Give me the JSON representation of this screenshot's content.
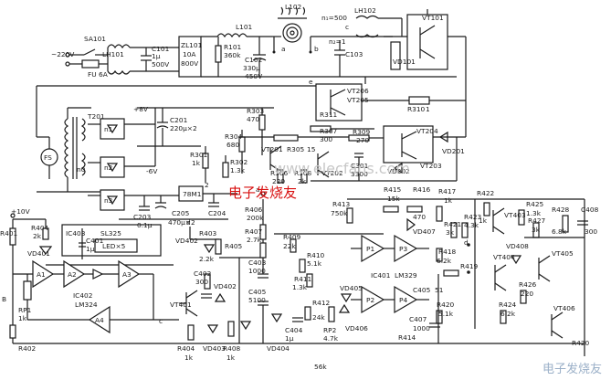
{
  "watermark": {
    "site": "www.elecfans.com",
    "cn": "电子发烧友",
    "logo": "电子发烧友"
  },
  "power": {
    "mains": "~220V",
    "switch": "SA101",
    "filter": "LH101",
    "fuse": "FU 6A",
    "c101": [
      "C101",
      "1μ",
      "500V"
    ],
    "bridge": [
      "ZL101",
      "10A",
      "800V"
    ],
    "r101": [
      "R101",
      "360k"
    ],
    "l101": "L101",
    "c102": [
      "C102",
      "330μ",
      "450V"
    ],
    "l102": "L102",
    "node_a": "a",
    "node_b": "b",
    "c103": "C103",
    "lh102": "LH102",
    "n1": "n₁=500",
    "n2": "n₂=1",
    "node_c": "c",
    "vt101": "VT101",
    "vd101": "VD101",
    "r310": [
      "R310",
      "1"
    ]
  },
  "supply": {
    "plus8": "+8V",
    "minus6": "-6V",
    "t201": "T201",
    "fs": "FS",
    "n0": "n0",
    "n1": "n1",
    "n2": "n2",
    "n3": "n3",
    "c201": [
      "C201",
      "220μ×2"
    ],
    "reg": "78M1",
    "c203": [
      "C203",
      "0.1μ"
    ],
    "c204": "C204",
    "c205": [
      "C205",
      "470μ×2"
    ],
    "node_2": "2"
  },
  "driver": {
    "r303": [
      "R303",
      "470"
    ],
    "r304": [
      "R304",
      "680"
    ],
    "r301": [
      "R301",
      "1k"
    ],
    "r302": [
      "R302",
      "1.3k"
    ],
    "vt201": "VT201",
    "r305": [
      "R305",
      "15"
    ],
    "r306": [
      "R306",
      "220"
    ],
    "r308": [
      "R308",
      "2k"
    ],
    "vt202": "VT202",
    "r307": [
      "R307",
      "300"
    ],
    "r309": [
      "R309",
      "270"
    ],
    "c301": [
      "C301",
      "3300"
    ],
    "vd202": "VD202",
    "vt203": "VT203",
    "vt204": "VT204",
    "vd201": "VD201",
    "r311": "R311",
    "vt205": "VT205",
    "vt206": "VT206",
    "node_e": "e"
  },
  "control": {
    "vcc": "+10V",
    "r401": "R401",
    "r404": [
      "R404",
      "2k"
    ],
    "vd401": "VD401",
    "ic403": "IC403",
    "sl325": "SL325",
    "c401": [
      "C401",
      "1μ"
    ],
    "led": "LED×5",
    "a1": "A1",
    "a2": "A2",
    "a3": "A3",
    "a4": "A4",
    "ic402": "IC402",
    "lm324": "LM324",
    "b": "B",
    "rp1": [
      "RP1",
      "1k"
    ],
    "r402": "R402",
    "node_c": "c",
    "node_d": "d",
    "vd402": "VD402",
    "r403": [
      "R403",
      "2.2k"
    ],
    "c402": [
      "C402",
      "300"
    ],
    "vt401": "VT401",
    "r404b": [
      "R404",
      "1k"
    ],
    "vd403": "VD403",
    "vd402b": "VD402",
    "r408": [
      "R408",
      "1k"
    ],
    "r405": "R405",
    "node_a": "a",
    "r406": [
      "R406",
      "200k"
    ],
    "r407": [
      "R407",
      "2.7k"
    ],
    "c403": [
      "C403",
      "1000"
    ],
    "c405": [
      "C405",
      "5100"
    ],
    "vd404": "VD404",
    "r409": [
      "R409",
      "22k"
    ],
    "r410": [
      "R410",
      "5.1k"
    ],
    "r411": [
      "R411",
      "1.3k"
    ],
    "r412": [
      "R412",
      "24k"
    ],
    "c404": [
      "C404",
      "1μ"
    ],
    "rp2": [
      "RP2",
      "4.7k"
    ],
    "vd405": "VD405",
    "vd406": "VD406",
    "ic401": "IC401",
    "lm329": "LM329",
    "p1": "P1",
    "p2": "P2",
    "p3": "P3",
    "p4": "P4",
    "r413": [
      "R413",
      "750k"
    ],
    "r415": [
      "R415",
      "15k"
    ],
    "r416": [
      "R416",
      "470"
    ],
    "vd407": "VD407",
    "r417": [
      "R417",
      "1k"
    ],
    "r418": [
      "R418",
      "6.2k"
    ],
    "r419": "R419",
    "r420": [
      "R420",
      "5.1k"
    ],
    "c405b": [
      "C405",
      "51"
    ],
    "c407": [
      "C407",
      "1000"
    ],
    "r414": [
      "R414",
      "56k"
    ],
    "r421": [
      "R421",
      "3k"
    ],
    "r423": [
      "R423",
      "4.3k"
    ],
    "r422": [
      "R422",
      "1k"
    ],
    "vt403": "VT403",
    "r425": [
      "R425",
      "1.3k"
    ],
    "r427": [
      "R427",
      "3k"
    ],
    "r428": [
      "R428",
      "6.8k"
    ],
    "c408": [
      "C408",
      "300"
    ],
    "vd408": "VD408",
    "vt404": "VT404",
    "vt405": "VT405",
    "r426": [
      "R426",
      "220"
    ],
    "r424": [
      "R424",
      "6.2k"
    ],
    "vt406": "VT406",
    "r420b": "R420"
  }
}
